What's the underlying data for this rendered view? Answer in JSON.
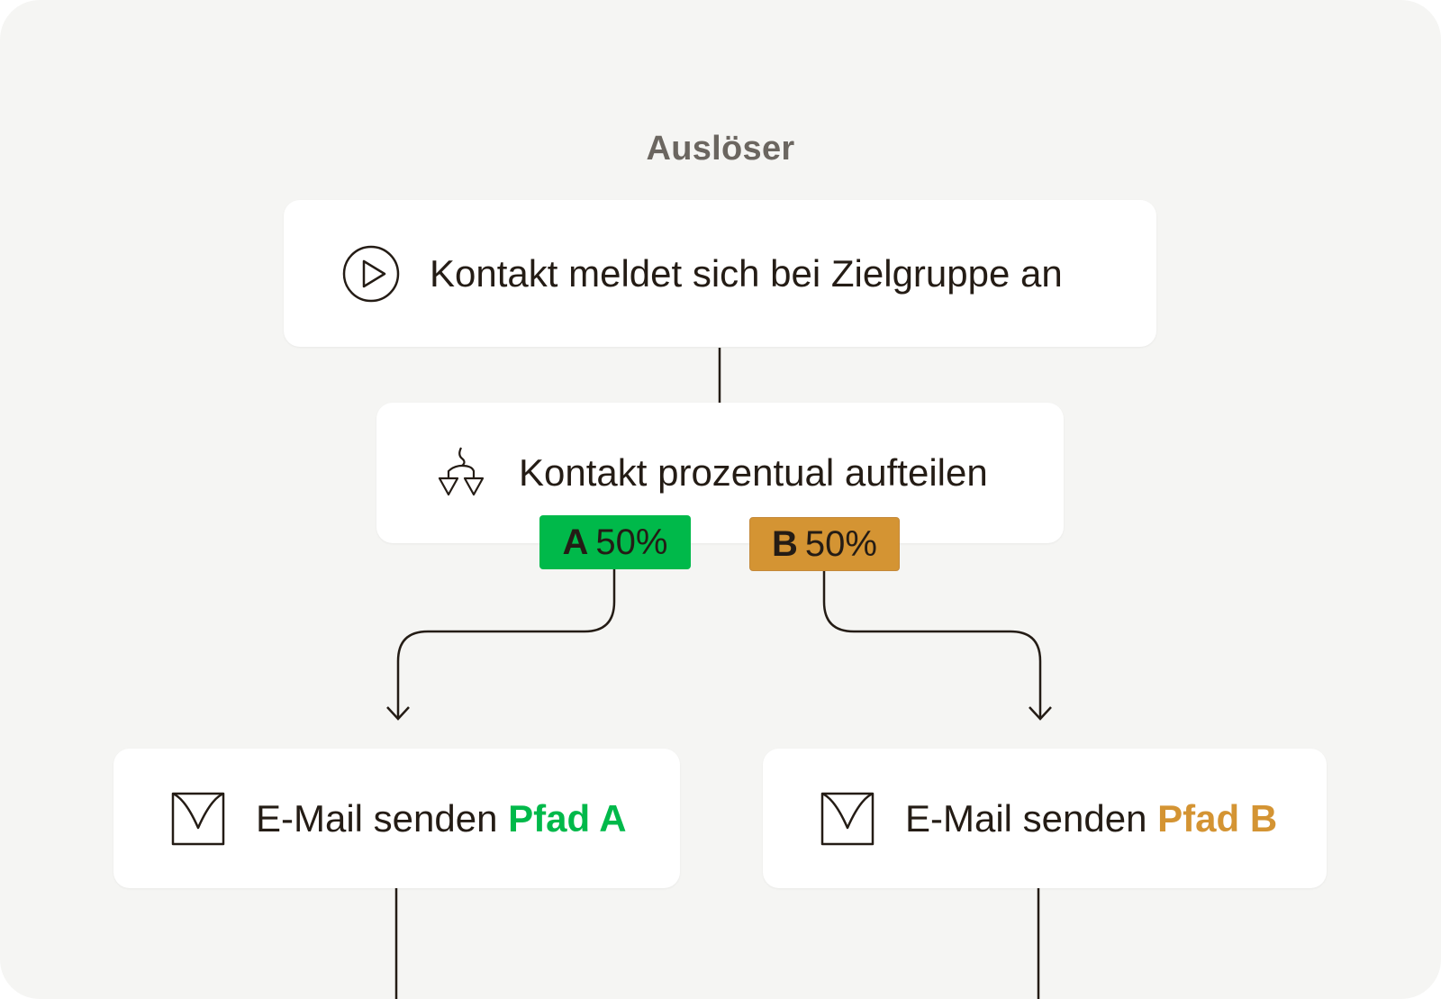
{
  "section_label": "Auslöser",
  "trigger": {
    "label": "Kontakt meldet sich bei Zielgruppe an",
    "icon": "play-circle-icon"
  },
  "split": {
    "label": "Kontakt prozentual aufteilen",
    "icon": "split-arrows-icon"
  },
  "branches": [
    {
      "letter": "A",
      "percent": "50%",
      "color": "#00b94a",
      "action": "E-Mail senden",
      "path_label": "Pfad A",
      "path_color": "#00b94a",
      "icon": "envelope-icon"
    },
    {
      "letter": "B",
      "percent": "50%",
      "color": "#d49433",
      "action": "E-Mail senden",
      "path_label": "Pfad B",
      "path_color": "#d49433",
      "icon": "envelope-icon"
    }
  ]
}
